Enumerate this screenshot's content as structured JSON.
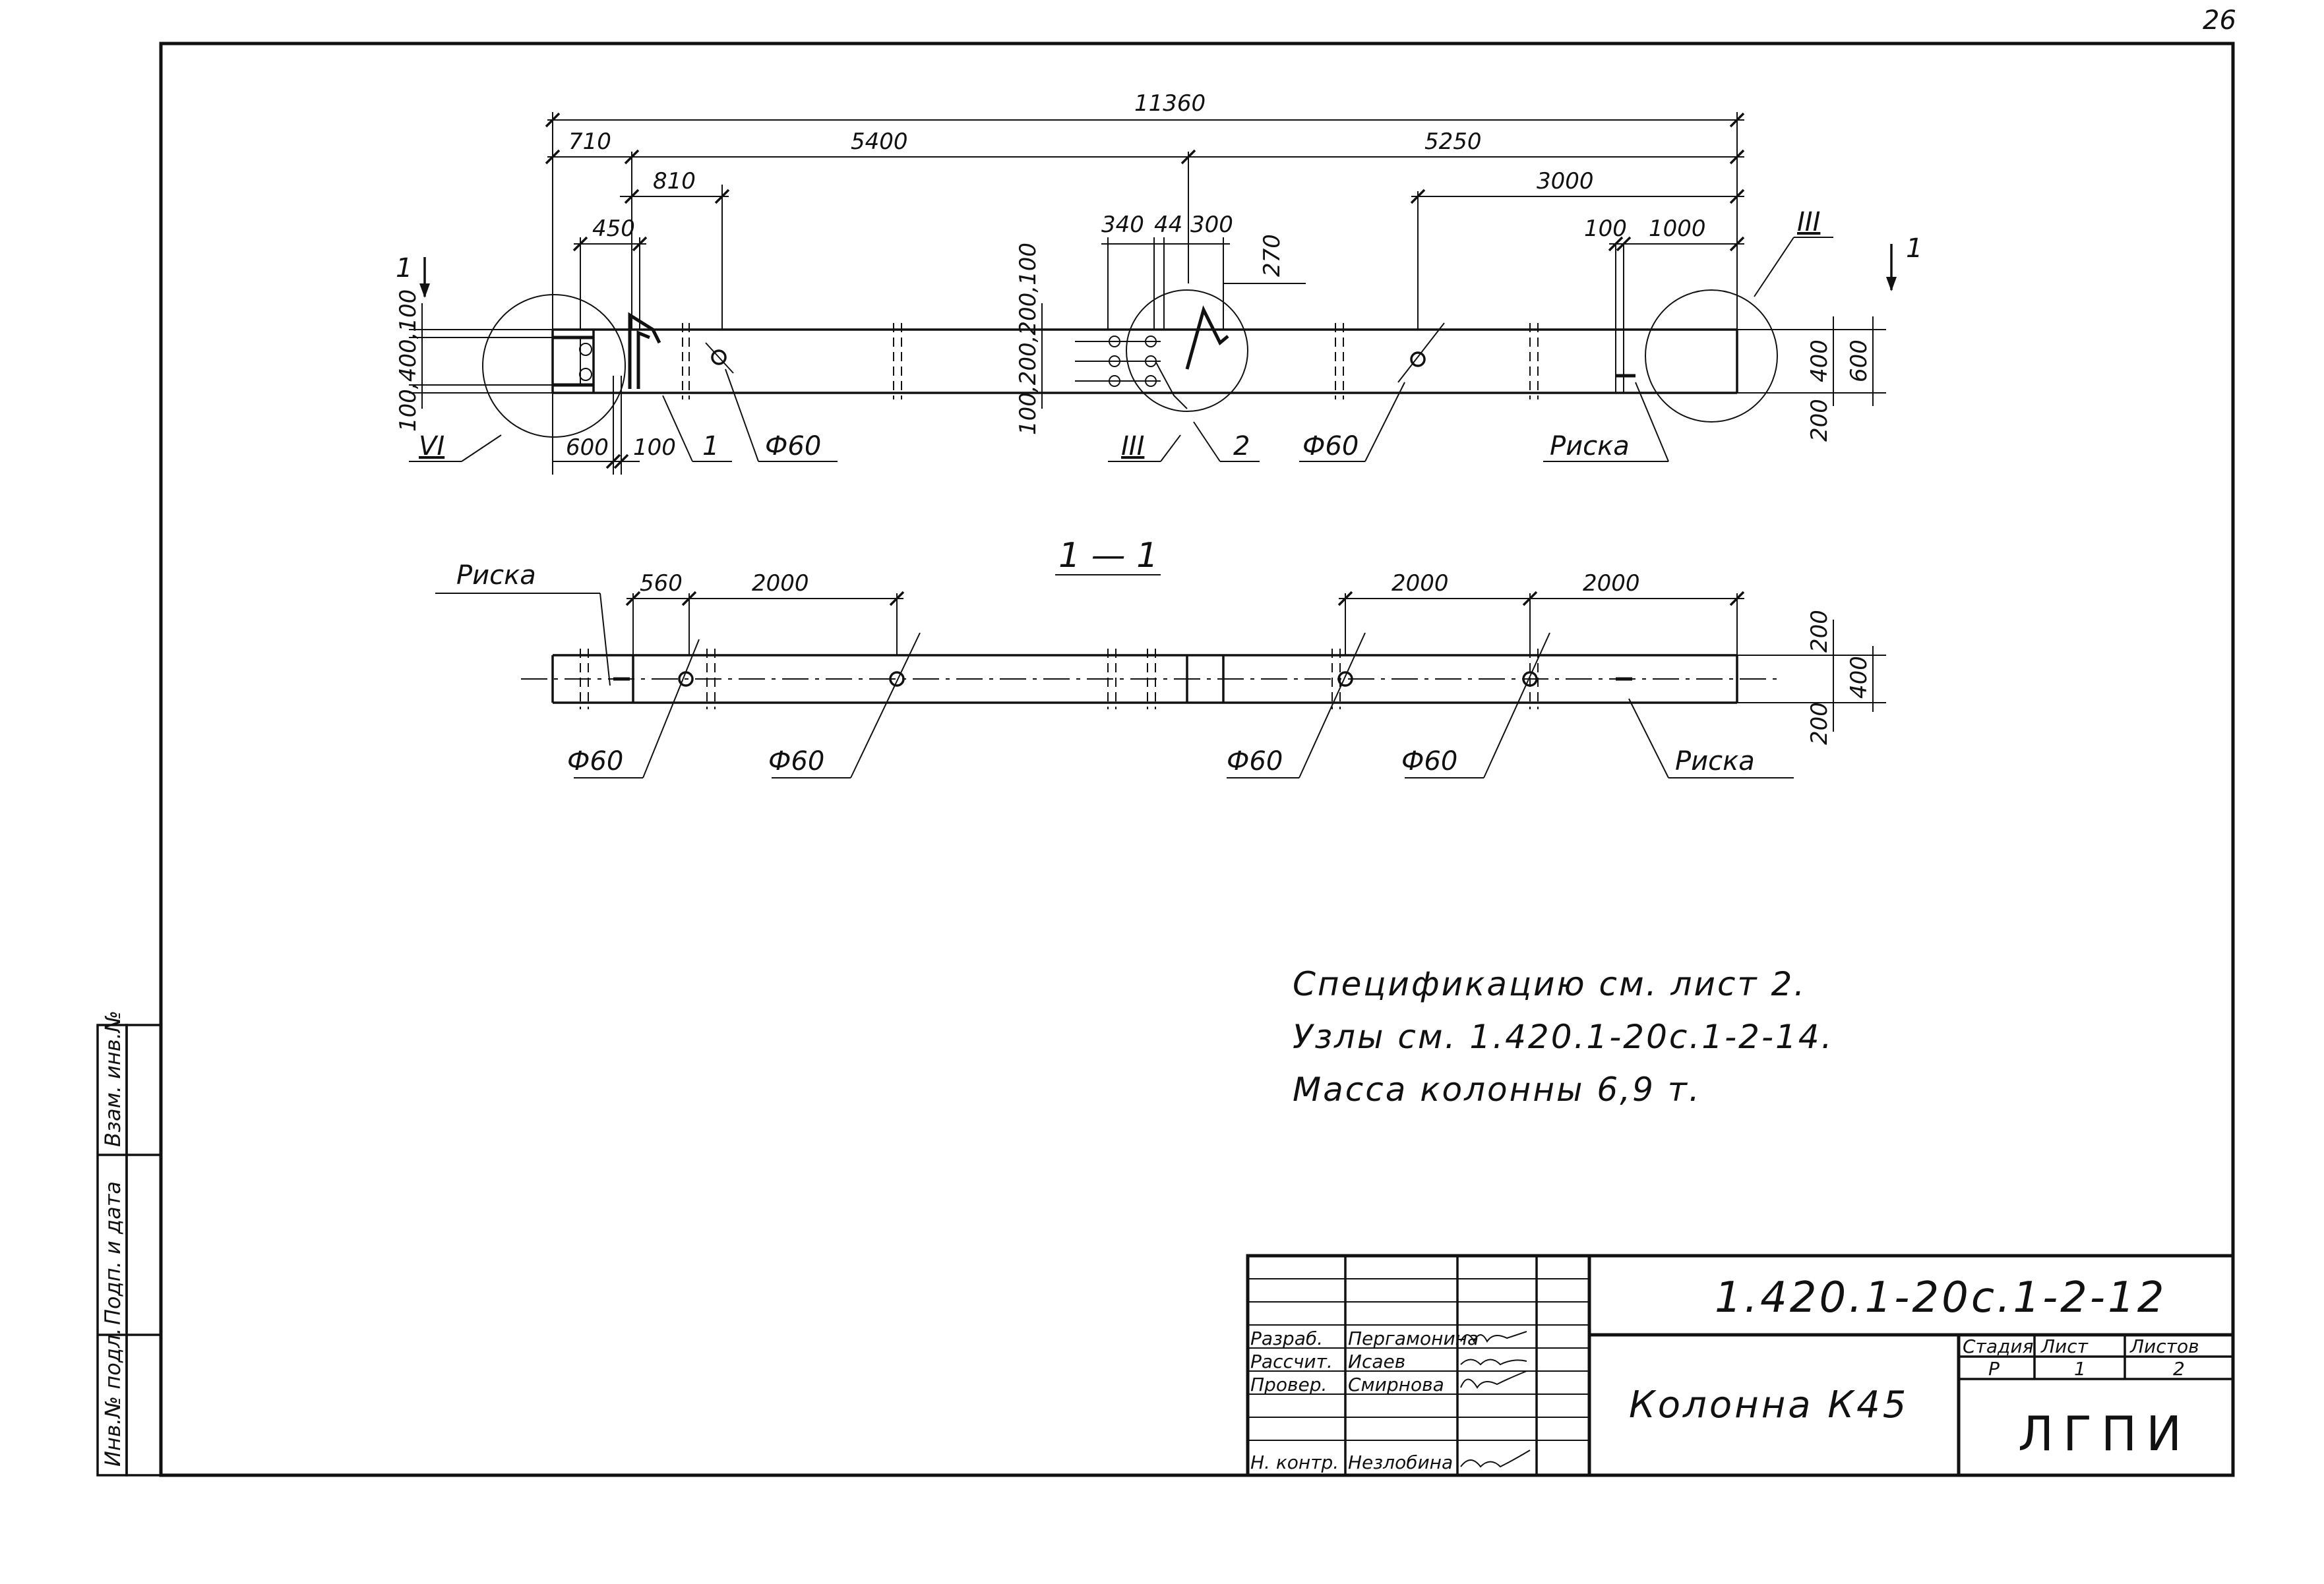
{
  "page": {
    "sheet_number": "26"
  },
  "plan": {
    "overall": "11360",
    "seg_710": "710",
    "seg_5400": "5400",
    "seg_5250": "5250",
    "seg_810": "810",
    "seg_450": "450",
    "seg_3000": "3000",
    "seg_100_top": "100",
    "seg_1000": "1000",
    "seg_340": "340",
    "seg_44": "44",
    "seg_300": "300",
    "seg_270": "270",
    "left_vert": "100,400,100",
    "mid_vert": "100,200,200,100",
    "right_400": "400",
    "right_600": "600",
    "right_200": "200",
    "bottom_600": "600",
    "bottom_100": "100",
    "mark_1": "1",
    "mark_2": "2",
    "phi_1": "Ф60",
    "phi_2": "Ф60",
    "node_vi": "VI",
    "node_iii_mid": "III",
    "node_iii_right": "III",
    "riska": "Риска",
    "section_mark_left": "1",
    "section_mark_right": "1"
  },
  "section": {
    "title": "1 — 1",
    "riska_left": "Риска",
    "riska_right": "Риска",
    "dim_560": "560",
    "dim_2000_a": "2000",
    "dim_2000_b": "2000",
    "dim_2000_c": "2000",
    "dim_200_top": "200",
    "dim_400": "400",
    "dim_200_bot": "200",
    "phi_a": "Ф60",
    "phi_b": "Ф60",
    "phi_c": "Ф60",
    "phi_d": "Ф60"
  },
  "notes": [
    "Спецификацию см. лист 2.",
    "Узлы см. 1.420.1-20с.1-2-14.",
    "Масса колонны 6,9 т."
  ],
  "side_stamp": [
    "Инв.№ подл.",
    "Подп. и дата",
    "Взам. инв.№"
  ],
  "title_block": {
    "designation": "1.420.1-20с.1-2-12",
    "title": "Колонна К45",
    "stage_header": "Стадия",
    "sheet_header": "Лист",
    "sheets_header": "Листов",
    "stage": "Р",
    "sheet": "1",
    "sheets": "2",
    "org": "ЛГПИ",
    "rows": [
      {
        "role": "Разраб.",
        "name": "Пергамонина"
      },
      {
        "role": "Рассчит.",
        "name": "Исаев"
      },
      {
        "role": "Провер.",
        "name": "Смирнова"
      },
      {
        "role": "Н. контр.",
        "name": "Незлобина"
      }
    ]
  }
}
